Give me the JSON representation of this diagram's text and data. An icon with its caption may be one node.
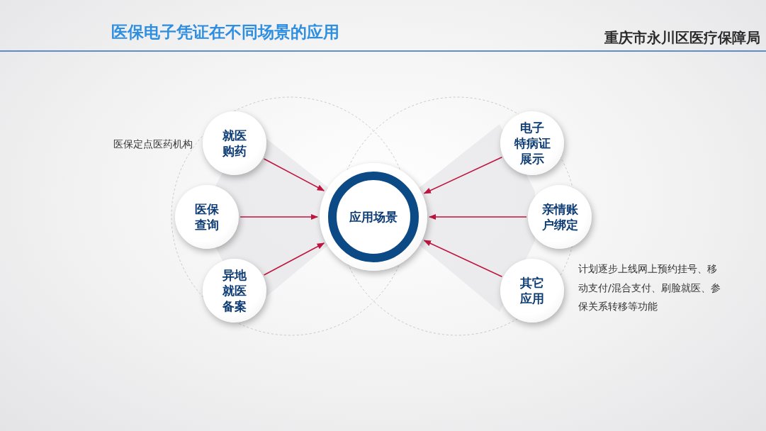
{
  "diagram": {
    "title": "医保电子凭证在不同场景的应用",
    "nodes": [
      {
        "text": [
          "应用场景"
        ]
      },
      {
        "text": [
          "就医购药"
        ],
        "beside": [
          "医保定点医药机构"
        ]
      },
      {
        "text": [
          "医保查询"
        ]
      },
      {
        "text": [
          "异地就医备案"
        ]
      },
      {
        "text": [
          "电子特病证展示"
        ]
      },
      {
        "text": [
          "亲情账户绑定"
        ]
      },
      {
        "text": [
          "其它应用"
        ],
        "beside": [
          "计划逐步上线网上预约挂号、移动支付/混合支付、刷脸就医、参保关系转移等功能"
        ]
      }
    ],
    "edges": [
      {
        "from": 1,
        "to": 0,
        "arrow": "to"
      },
      {
        "from": 2,
        "to": 0,
        "arrow": "to"
      },
      {
        "from": 3,
        "to": 0,
        "arrow": "to"
      },
      {
        "from": 4,
        "to": 0,
        "arrow": "to"
      },
      {
        "from": 5,
        "to": 0,
        "arrow": "to"
      },
      {
        "from": 6,
        "to": 0,
        "arrow": "to"
      }
    ],
    "labels": [
      "重庆市永川区医疗保障局"
    ]
  }
}
